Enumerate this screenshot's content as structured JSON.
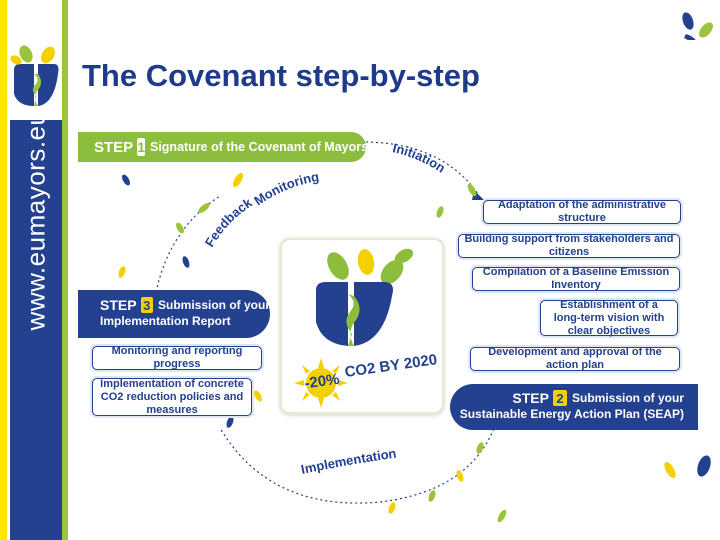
{
  "title": "The Covenant step-by-step",
  "sidebar": {
    "url": "www.eumayors.eu"
  },
  "steps": [
    {
      "word": "STEP",
      "number": "1",
      "text": "Signature of the Covenant of Mayors"
    },
    {
      "word": "STEP",
      "number": "2",
      "line1": "Submission of your",
      "line2": "Sustainable Energy Action Plan (SEAP)"
    },
    {
      "word": "STEP",
      "number": "3",
      "line1": "Submission of your",
      "line2": "Implementation Report"
    }
  ],
  "phases": {
    "initiation": "Initiation",
    "feedback": "Feedback",
    "monitoring": "Monitoring",
    "implementation": "Implementation"
  },
  "actions_right": [
    "Adaptation of the administrative structure",
    "Building support from stakeholders and citizens",
    "Compilation of a Baseline Emission Inventory",
    "Establishment of a long-term vision with clear objectives",
    "Development and approval of the action plan"
  ],
  "actions_left": [
    "Monitoring and reporting progress",
    "Implementation of concrete CO2 reduction policies and measures"
  ],
  "center": {
    "percent": "-20%",
    "co2_by": "CO2 BY 2020"
  },
  "colors": {
    "navy": "#23418f",
    "green": "#8cbd3c",
    "yellow": "#f5d000",
    "title": "#1e3a8a"
  }
}
